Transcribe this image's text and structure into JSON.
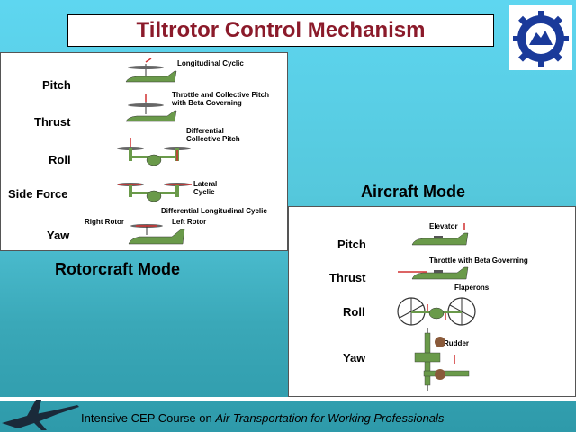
{
  "title": "Tiltrotor Control Mechanism",
  "rotorcraft": {
    "mode_label": "Rotorcraft Mode",
    "rows": [
      {
        "label": "Pitch",
        "annotation": [
          "Longitudinal Cyclic"
        ]
      },
      {
        "label": "Thrust",
        "annotation": [
          "Throttle and Collective Pitch",
          "with Beta Governing"
        ]
      },
      {
        "label": "Roll",
        "annotation": [
          "Differential",
          "Collective Pitch"
        ]
      },
      {
        "label": "Side Force",
        "annotation": [
          "Lateral",
          "Cyclic"
        ]
      },
      {
        "label": "Yaw",
        "annotation": [
          "Differential Longitudinal Cyclic"
        ],
        "left_note": "Right Rotor",
        "right_note": "Left Rotor"
      }
    ]
  },
  "aircraft": {
    "mode_label": "Aircraft Mode",
    "rows": [
      {
        "label": "Pitch",
        "annotation": [
          "Elevator"
        ]
      },
      {
        "label": "Thrust",
        "annotation": [
          "Throttle with Beta Governing"
        ]
      },
      {
        "label": "Roll",
        "annotation": [
          "Flaperons"
        ]
      },
      {
        "label": "Yaw",
        "annotation": [
          "Rudder"
        ]
      }
    ]
  },
  "footer": {
    "prefix": "Intensive CEP Course on ",
    "italic": "Air Transportation for Working Professionals"
  },
  "colors": {
    "title_text": "#8b1a2a",
    "aircraft_green": "#6a9a4a",
    "arrow_red": "#d03030",
    "logo_blue": "#1a3a9a"
  }
}
